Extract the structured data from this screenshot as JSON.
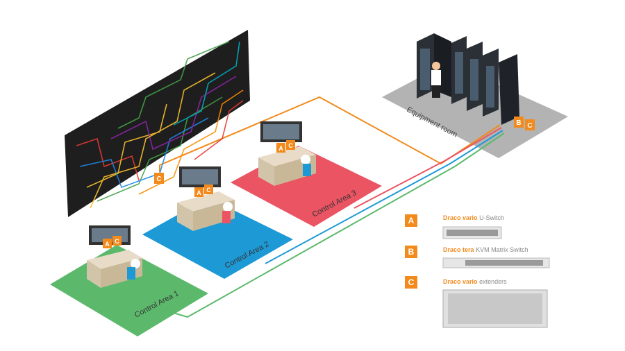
{
  "areas": {
    "area1": "Control Area 1",
    "area2": "Control Area 2",
    "area3": "Control Area 3",
    "equipment": "Equipment room"
  },
  "badges": {
    "a": "A",
    "b": "B",
    "c": "C"
  },
  "legend": [
    {
      "letter": "A",
      "brand": "Draco",
      "product": "vario",
      "desc": "U-Switch"
    },
    {
      "letter": "B",
      "brand": "Draco",
      "product": "tera",
      "desc": "KVM Matrix Switch"
    },
    {
      "letter": "C",
      "brand": "Draco",
      "product": "vario",
      "desc": "extenders"
    }
  ],
  "colors": {
    "area1": "#5cb96c",
    "area2": "#1d9ad6",
    "area3": "#ea5463",
    "equipment_floor": "#b3b3b3",
    "accent": "#f28a1c",
    "wall": "#222222",
    "line_orange": "#f28a1c",
    "line_red": "#ea5463",
    "line_blue": "#1d9ad6",
    "line_green": "#5cb96c"
  }
}
